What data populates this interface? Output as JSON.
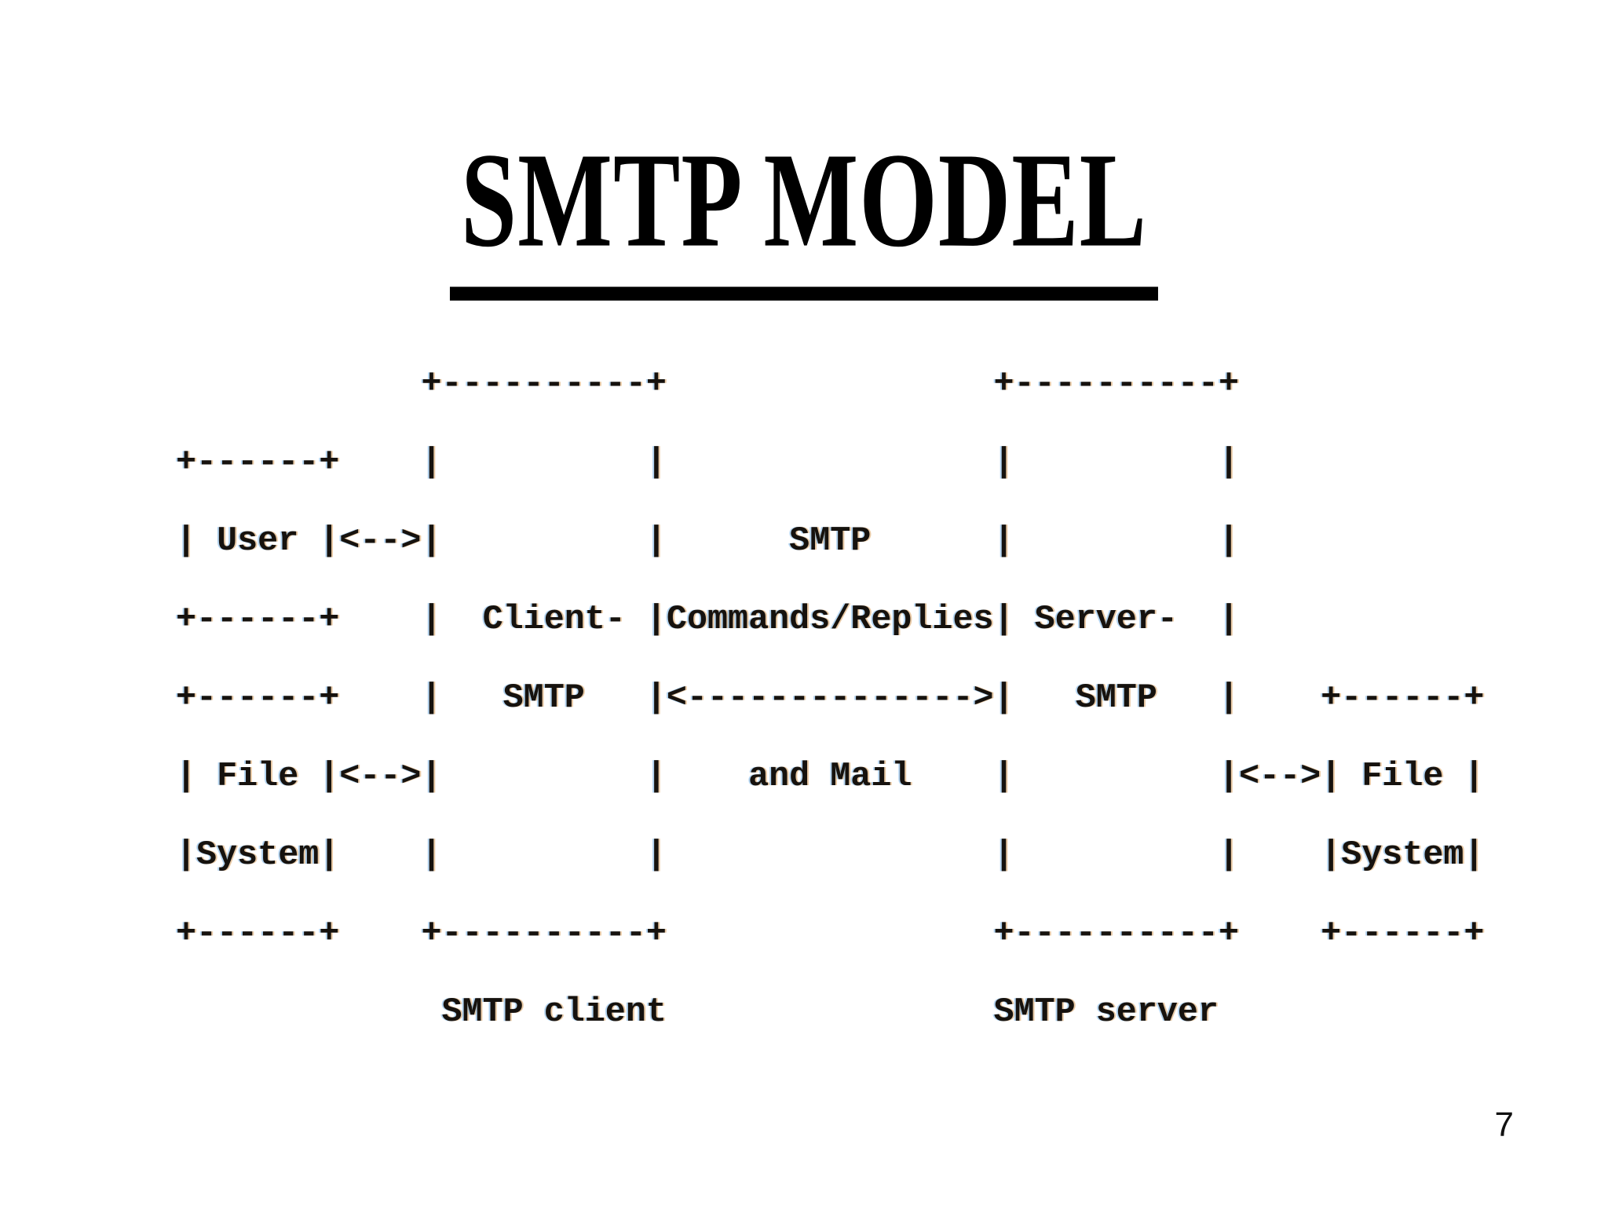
{
  "slide": {
    "title": "SMTP MODEL",
    "page_number": "7"
  },
  "diagram": {
    "lines": [
      "            +----------+                +----------+",
      "+------+    |          |                |          |",
      "| User |<-->|          |      SMTP      |          |",
      "+------+    |  Client- |Commands/Replies| Server-  |",
      "+------+    |   SMTP   |<-------------->|   SMTP   |    +------+",
      "| File |<-->|          |    and Mail    |          |<-->| File |",
      "|System|    |          |                |          |    |System|",
      "+------+    +----------+                +----------+    +------+",
      "             SMTP client                SMTP server"
    ],
    "semantics": {
      "boxes": [
        "User",
        "File System",
        "Client-SMTP",
        "Server-SMTP",
        "File System"
      ],
      "channel_labels": [
        "SMTP",
        "Commands/Replies",
        "and Mail"
      ],
      "captions": [
        "SMTP client",
        "SMTP server"
      ]
    }
  }
}
